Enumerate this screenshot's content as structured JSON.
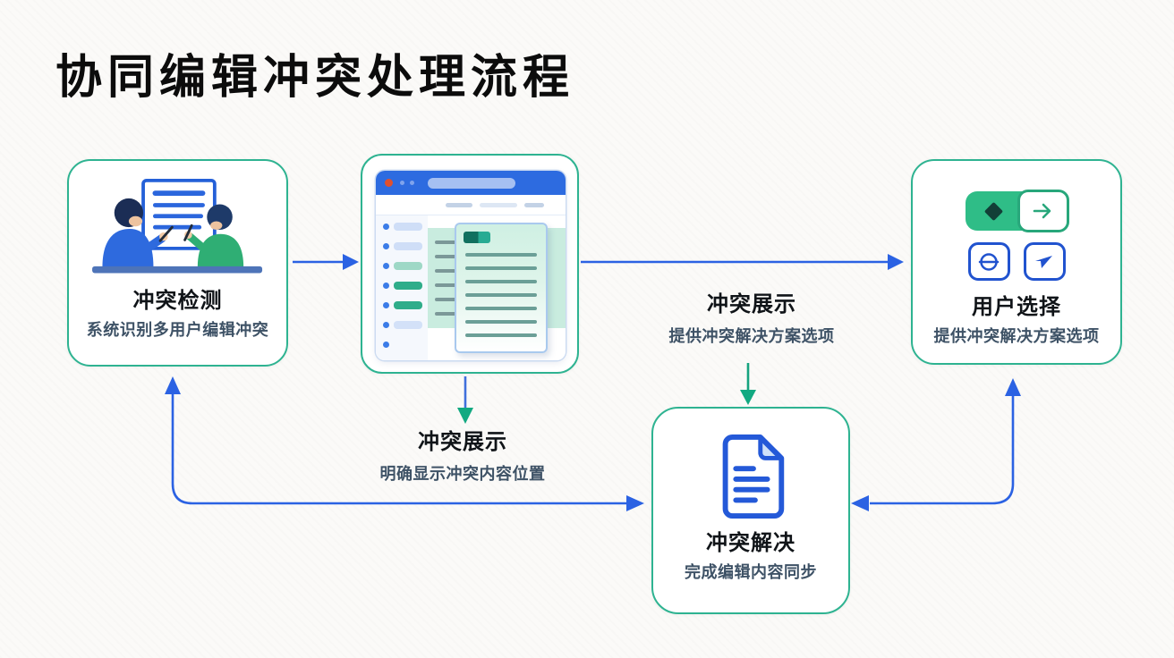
{
  "page": {
    "title": "协同编辑冲突处理流程"
  },
  "nodes": {
    "detection": {
      "title": "冲突检测",
      "subtitle": "系统识别多用户编辑冲突",
      "icon": "two-users-editing-illustration"
    },
    "preview": {
      "icon": "browser-window-illustration"
    },
    "choice": {
      "title": "用户选择",
      "subtitle": "提供冲突解决方案选项",
      "icons": [
        "merge-toggle-icon",
        "diamond-icon",
        "arrow-right-icon",
        "minus-circle-icon",
        "send-arrow-icon"
      ]
    },
    "resolution": {
      "title": "冲突解决",
      "subtitle": "完成编辑内容同步",
      "icon": "document-icon"
    }
  },
  "labels": {
    "display_right": {
      "title": "冲突展示",
      "subtitle": "提供冲突解决方案选项"
    },
    "display_bottom": {
      "title": "冲突展示",
      "subtitle": "明确显示冲突内容位置"
    }
  },
  "connectors": [
    {
      "from": "conflict-detection",
      "to": "conflict-preview",
      "shape": "straight",
      "heads": [
        "right"
      ]
    },
    {
      "from": "conflict-preview",
      "to": "user-choice",
      "shape": "straight",
      "heads": [
        "right"
      ]
    },
    {
      "from": "conflict-preview",
      "to": "display-label-bottom",
      "shape": "straight",
      "heads": [
        "down"
      ]
    },
    {
      "from": "display-label-right",
      "to": "conflict-resolution",
      "shape": "straight",
      "heads": [
        "down"
      ]
    },
    {
      "from": "conflict-resolution",
      "to": "conflict-detection",
      "shape": "elbow",
      "heads": [
        "up",
        "right"
      ]
    },
    {
      "from": "user-choice",
      "to": "conflict-resolution",
      "shape": "elbow",
      "heads": [
        "up",
        "left"
      ]
    }
  ],
  "colors": {
    "card_border": "#2eb391",
    "arrow_blue": "#2b62e3",
    "arrow_green": "#12a981",
    "icon_blue": "#2459d8",
    "toggle_green": "#2fbd87",
    "browser_bar_blue": "#2d6be0",
    "title_text": "#0c0c0c",
    "subtitle_text": "#3e5266"
  }
}
